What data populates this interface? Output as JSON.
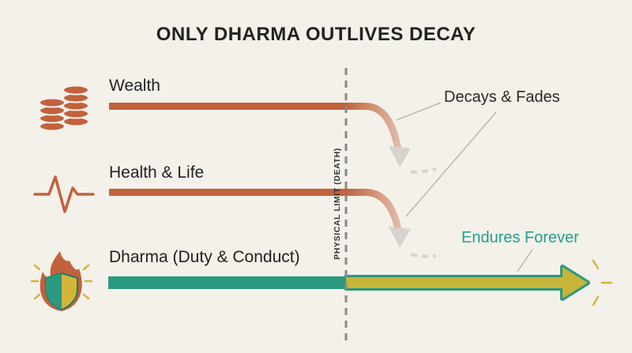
{
  "title": "ONLY DHARMA OUTLIVES DECAY",
  "rows": [
    {
      "label": "Wealth",
      "icon": "coins-icon",
      "color": "#c1623c"
    },
    {
      "label": "Health & Life",
      "icon": "heartbeat-icon",
      "color": "#c1623c"
    },
    {
      "label": "Dharma (Duty & Conduct)",
      "icon": "flaming-shield-icon",
      "color": "#2a9980"
    }
  ],
  "limit_label": "PHYSICAL LIMIT (DEATH)",
  "annotations": {
    "decay": "Decays & Fades",
    "endure": "Endures Forever"
  },
  "colors": {
    "background": "#f4f1ea",
    "decay": "#c1623c",
    "dharma": "#2a9980",
    "accent": "#d4b53a",
    "endure_text": "#21a08a",
    "divider": "#888888"
  }
}
